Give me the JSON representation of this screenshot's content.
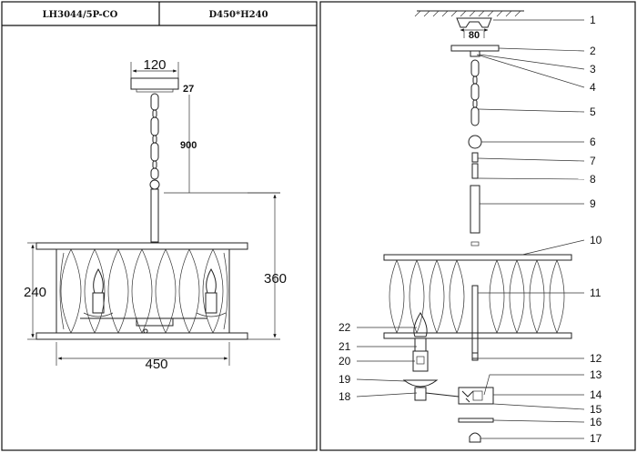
{
  "header": {
    "model": "LH3044/5P-CO",
    "size": "D450*H240"
  },
  "dimensions": {
    "canopy_width": "120",
    "canopy_height": "27",
    "chain_length": "900",
    "drop_height": "360",
    "shade_height": "240",
    "shade_diameter": "450"
  },
  "exploded": {
    "hole_spacing": "80",
    "callouts": [
      "1",
      "2",
      "3",
      "4",
      "5",
      "6",
      "7",
      "8",
      "9",
      "10",
      "11",
      "12",
      "13",
      "14",
      "15",
      "16",
      "17",
      "18",
      "19",
      "20",
      "21",
      "22"
    ]
  }
}
